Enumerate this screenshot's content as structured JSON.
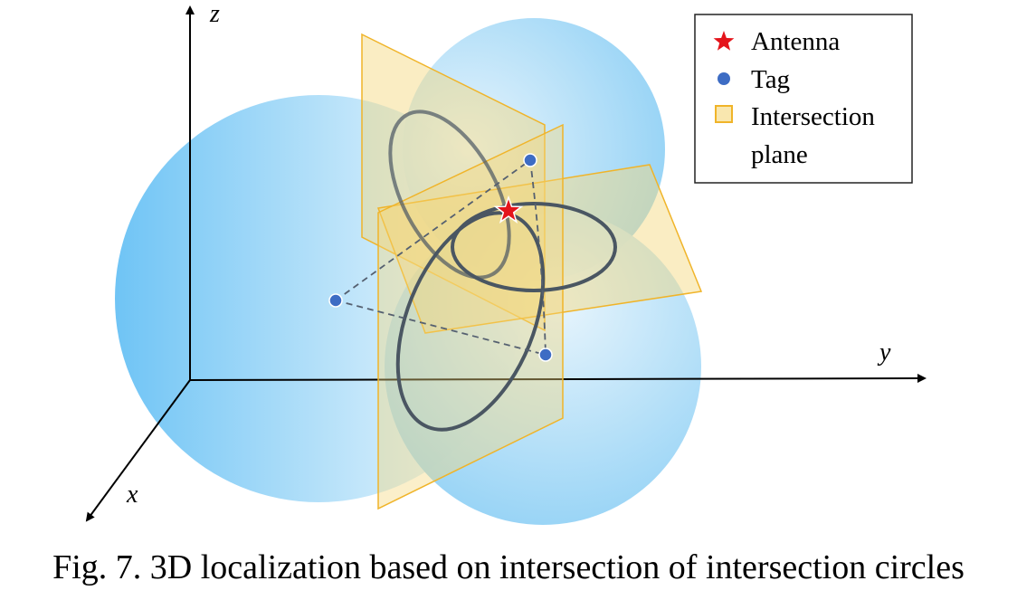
{
  "axes": {
    "x_label": "x",
    "y_label": "y",
    "z_label": "z"
  },
  "legend": {
    "antenna_label": "Antenna",
    "tag_label": "Tag",
    "plane_label_line1": "Intersection",
    "plane_label_line2": "plane"
  },
  "colors": {
    "sphere": "#8fd0f5",
    "plane_fill": "#f5d77a",
    "plane_stroke": "#f0b429",
    "circle_stroke": "#4a5662",
    "antenna": "#e4141b",
    "tag": "#3d6cc4",
    "dashed": "#556070"
  },
  "caption": "Fig. 7.  3D localization based on intersection of intersection circles"
}
